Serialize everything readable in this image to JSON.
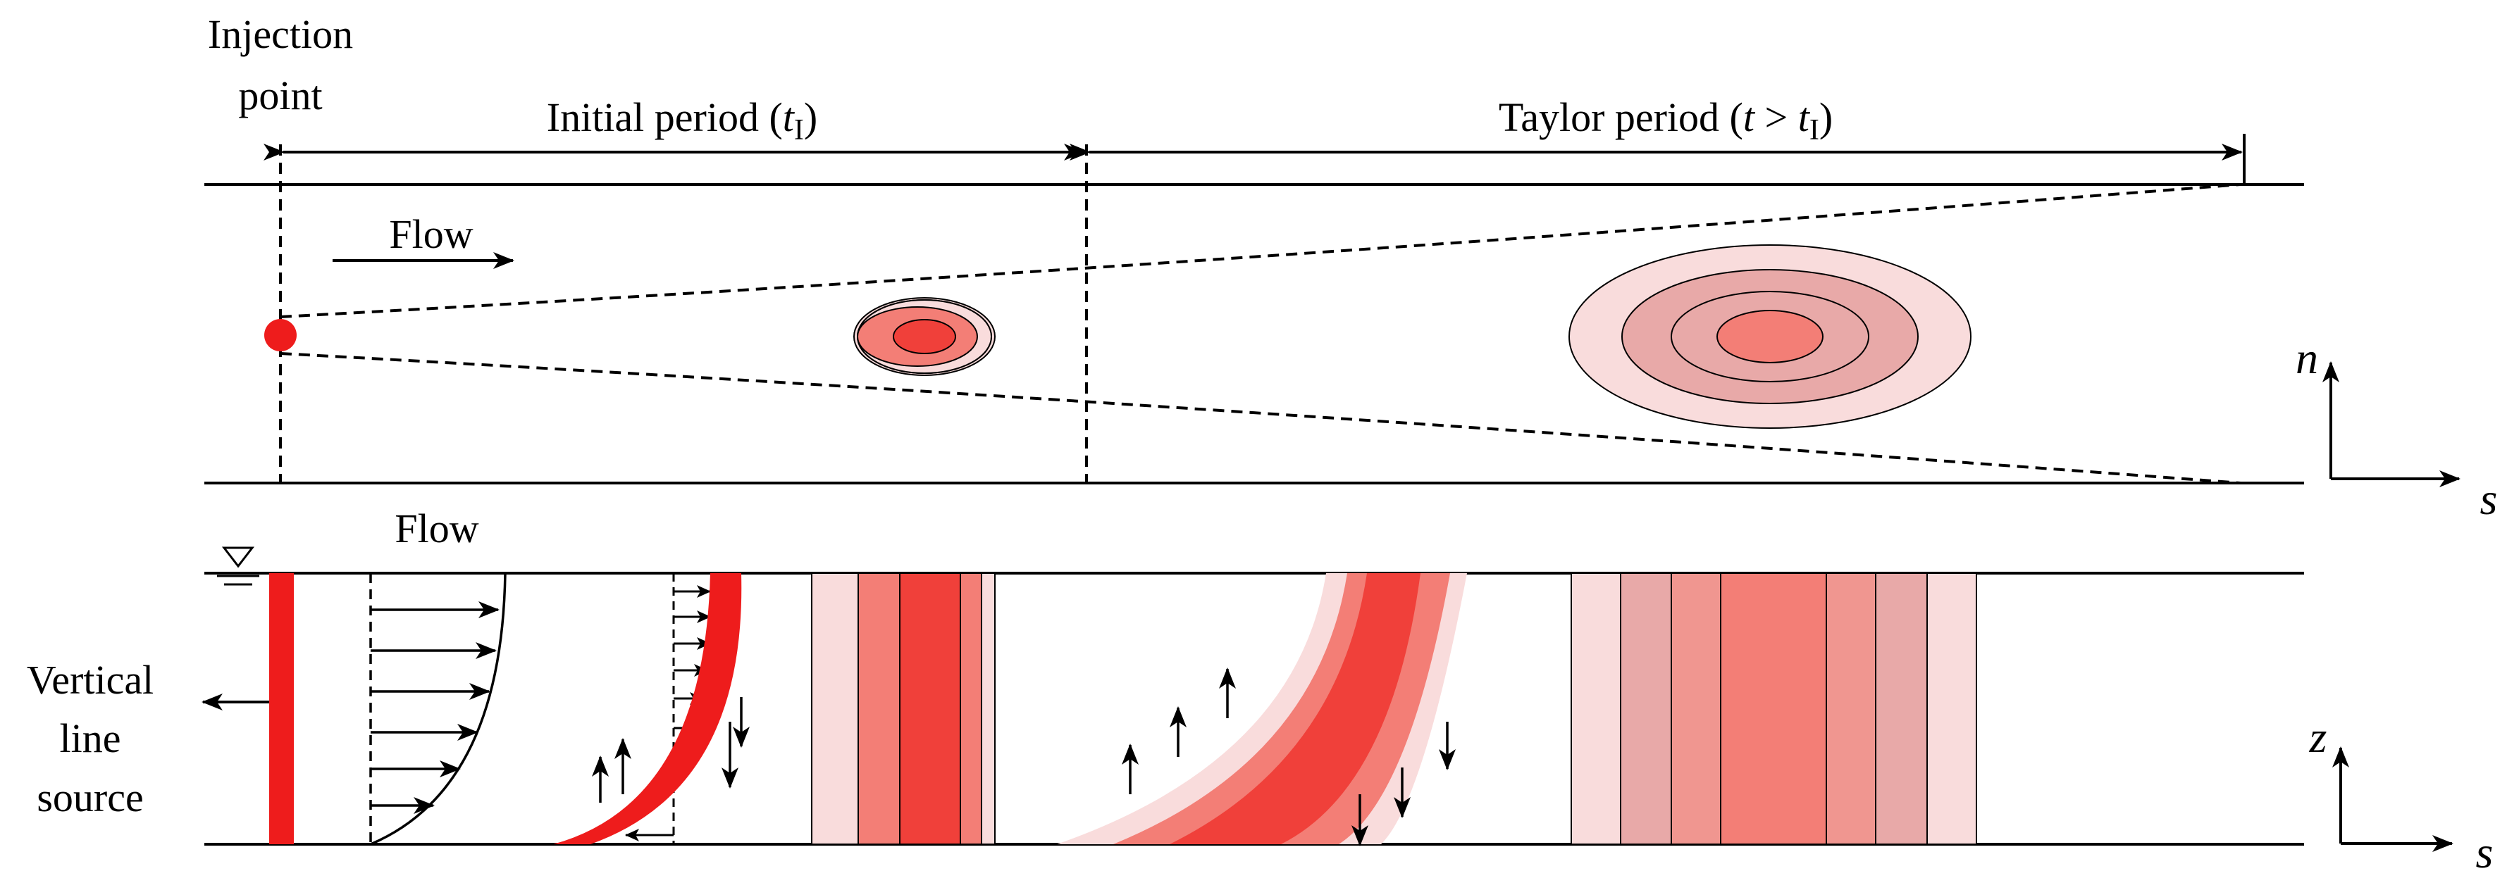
{
  "labels": {
    "injection_point_line1": "Injection",
    "injection_point_line2": "point",
    "initial_period_prefix": "Initial period (",
    "initial_period_var": "t",
    "initial_period_sub": "I",
    "initial_period_suffix": ")",
    "taylor_period_prefix": "Taylor period (",
    "taylor_period_var": "t",
    "taylor_period_mid": " > ",
    "taylor_period_var2": "t",
    "taylor_period_sub": "I",
    "taylor_period_suffix": ")",
    "flow_top": "Flow",
    "flow_bottom": "Flow",
    "vertical_line_source_line1": "Vertical",
    "vertical_line_source_line2": "line",
    "vertical_line_source_line3": "source",
    "axis_top_vertical": "n",
    "axis_top_horizontal": "s",
    "axis_bottom_vertical": "z",
    "axis_bottom_horizontal": "s"
  },
  "colors": {
    "lightest_pink": "#f9dcdc",
    "light_pink": "#e8a9a8",
    "salmon": "#f37e76",
    "red": "#f0403a",
    "source_red": "#ee1c1c",
    "line": "#000000"
  }
}
